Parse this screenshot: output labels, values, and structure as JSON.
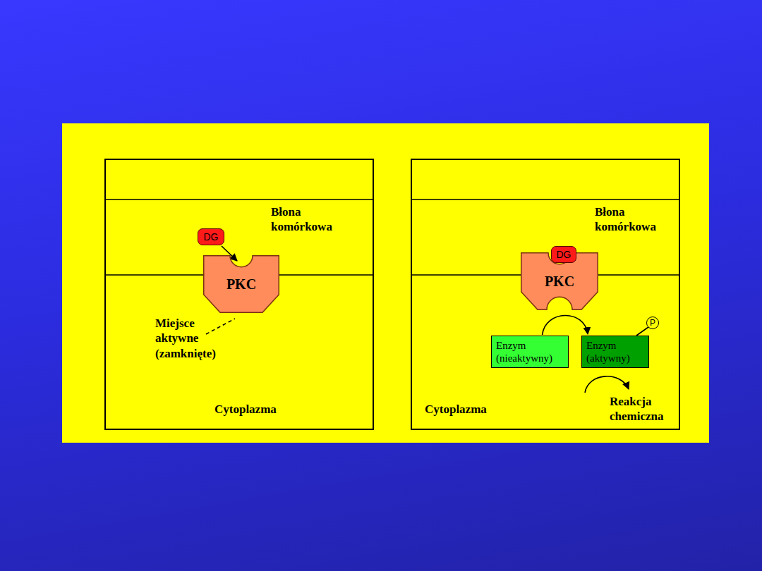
{
  "diagram": {
    "nodes": [
      {
        "text": [
          "Błona komórkowa",
          "Cytoplazma"
        ]
      },
      {
        "text": [
          "DG"
        ],
        "in": 0
      },
      {
        "text": [
          "PKC"
        ],
        "in": 0
      },
      {
        "text": [
          "Błona komórkowa",
          "Cytoplazma"
        ]
      },
      {
        "text": [
          "DG"
        ],
        "in": 3
      },
      {
        "text": [
          "PKC"
        ],
        "in": 3
      },
      {
        "text": [
          "Enzym (nieaktywny)"
        ],
        "in": 3
      },
      {
        "text": [
          "Enzym (aktywny)"
        ],
        "in": 3
      },
      {
        "text": [
          "P"
        ],
        "in": 3
      }
    ],
    "edges": [
      {
        "from": 1,
        "to": 2,
        "arrow": "to"
      },
      {
        "from": 6,
        "to": 7,
        "arrow": "to"
      },
      {
        "from": 8,
        "to": 7,
        "arrow": "none"
      }
    ],
    "labels": [
      "Miejsce aktywne (zamknięte)",
      "Reakcja chemiczna"
    ]
  }
}
